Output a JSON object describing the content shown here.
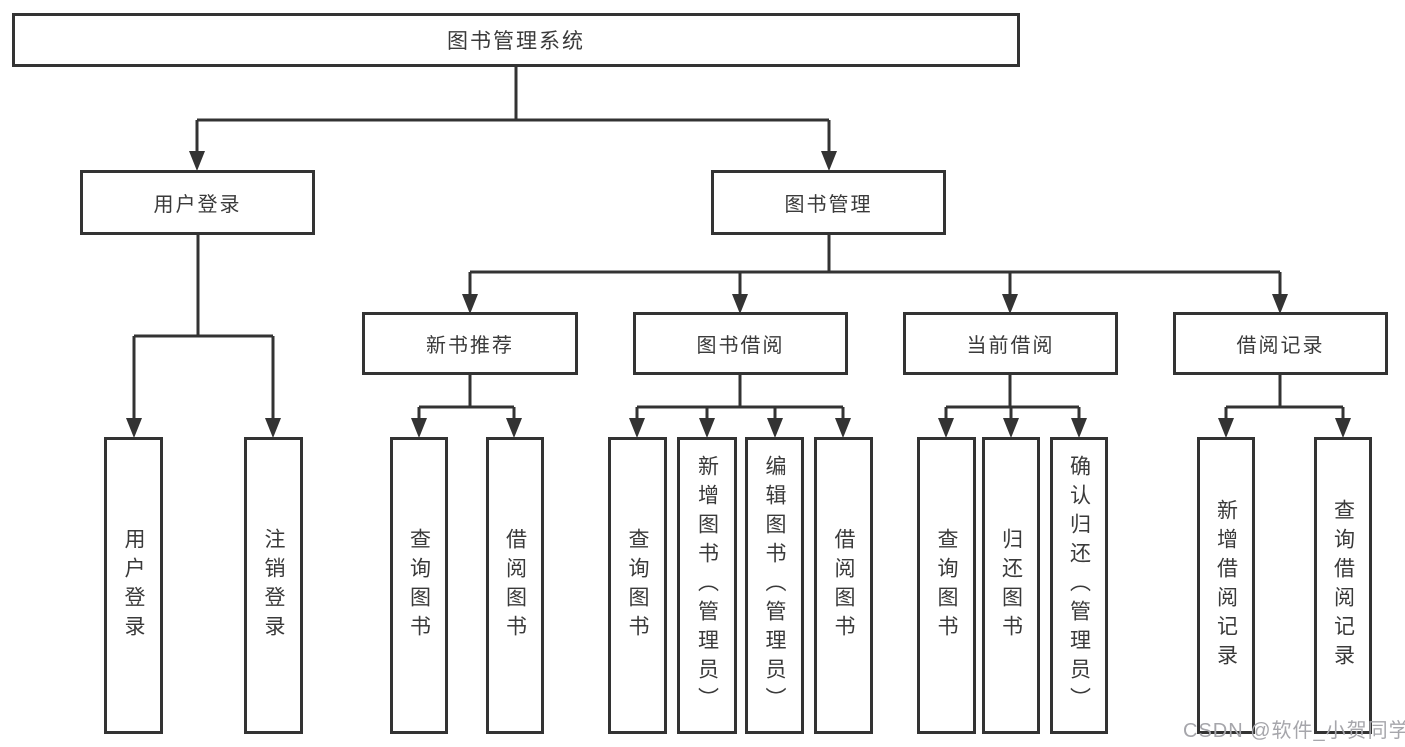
{
  "nodes": {
    "root": "图书管理系统",
    "user_login_group": "用户登录",
    "book_mgmt": "图书管理",
    "new_book_rec": "新书推荐",
    "book_borrow": "图书借阅",
    "current_borrow": "当前借阅",
    "borrow_record": "借阅记录",
    "leaf_user_login": "用户登录",
    "leaf_logout": "注销登录",
    "leaf_nbr_query": "查询图书",
    "leaf_nbr_borrow": "借阅图书",
    "leaf_bb_query": "查询图书",
    "leaf_bb_add": "新增图书（管理员）",
    "leaf_bb_edit": "编辑图书（管理员）",
    "leaf_bb_borrow": "借阅图书",
    "leaf_cb_query": "查询图书",
    "leaf_cb_return": "归还图书",
    "leaf_cb_confirm": "确认归还（管理员）",
    "leaf_br_add": "新增借阅记录",
    "leaf_br_query": "查询借阅记录"
  },
  "watermark": "CSDN @软件_小贺同学",
  "colors": {
    "line": "#333333",
    "text": "#3a3a3a",
    "watermark": "#a6a6ab",
    "background": "#ffffff"
  }
}
